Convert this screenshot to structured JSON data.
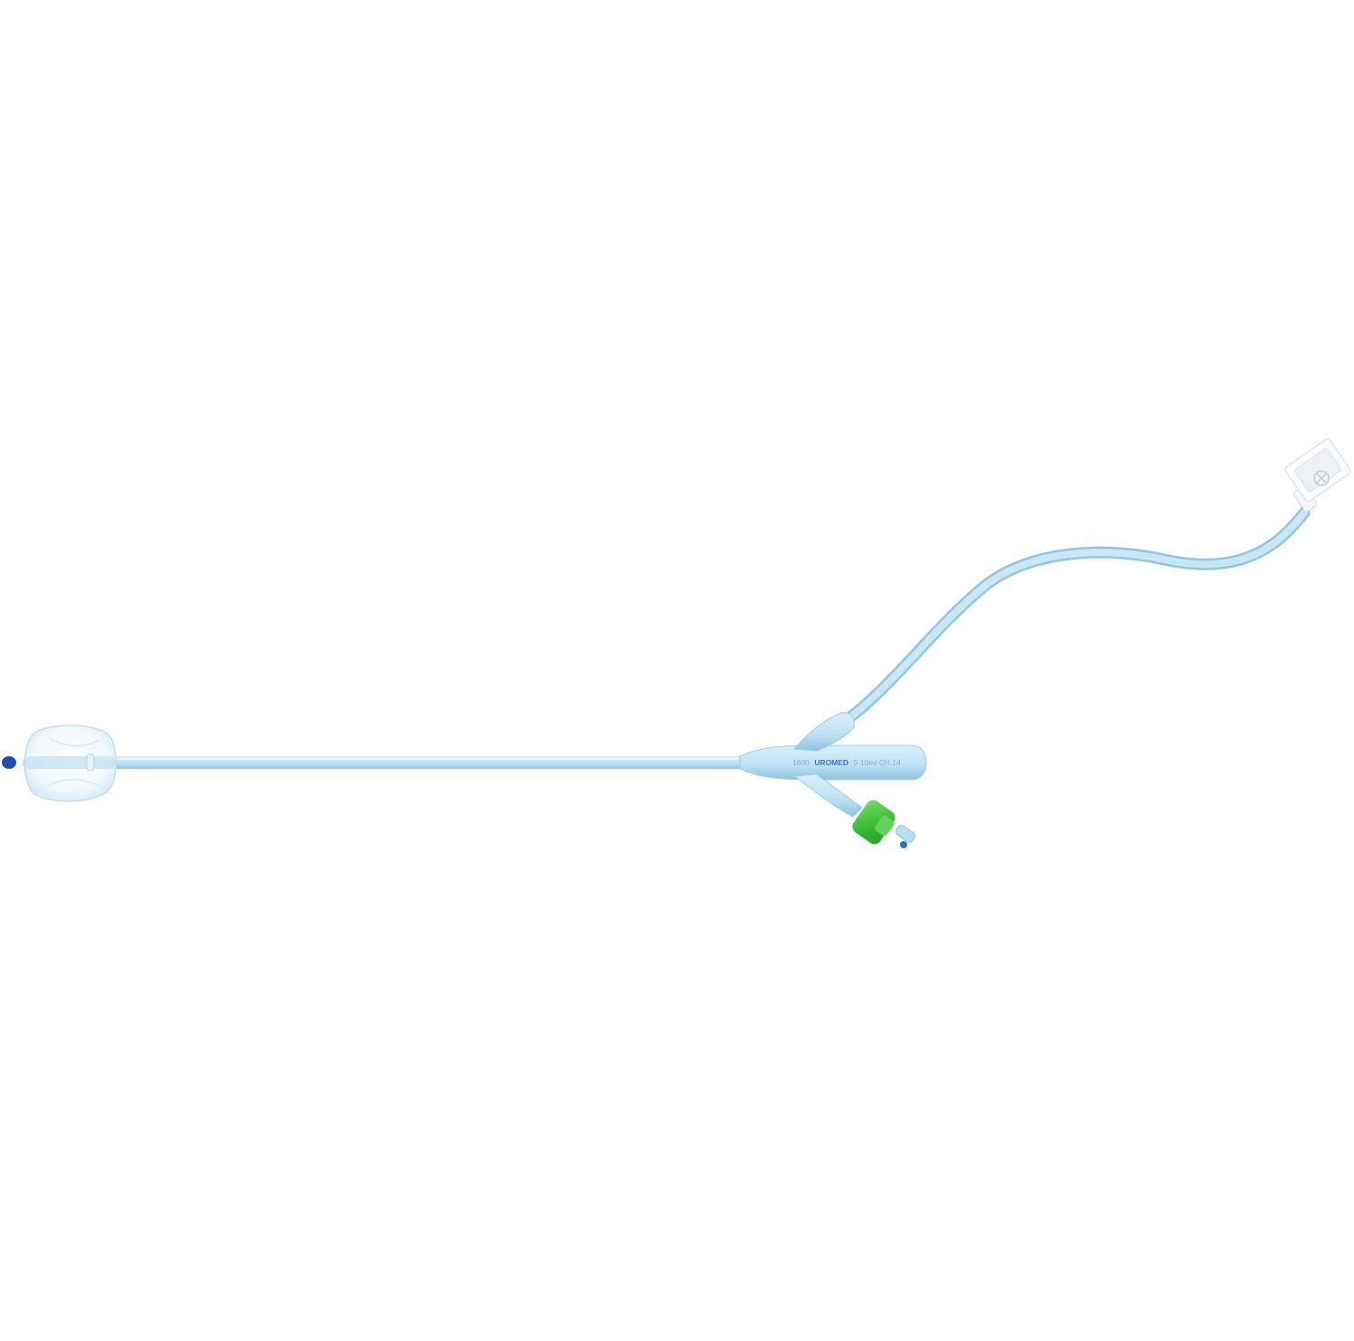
{
  "product_image": {
    "catheter_label": {
      "part_1": "1600",
      "brand": "UROMED",
      "part_2": "5-10ml CH.14"
    }
  },
  "colors": {
    "background": "#ffffff",
    "tube": "#bfe3f5",
    "tube_shade": "#9fcde7",
    "tip": "#1f4fb0",
    "valve": "#3fbf3a",
    "connector": "#f4f6f8",
    "label_text": "#7eb0d6",
    "label_brand": "#2f79c4"
  }
}
